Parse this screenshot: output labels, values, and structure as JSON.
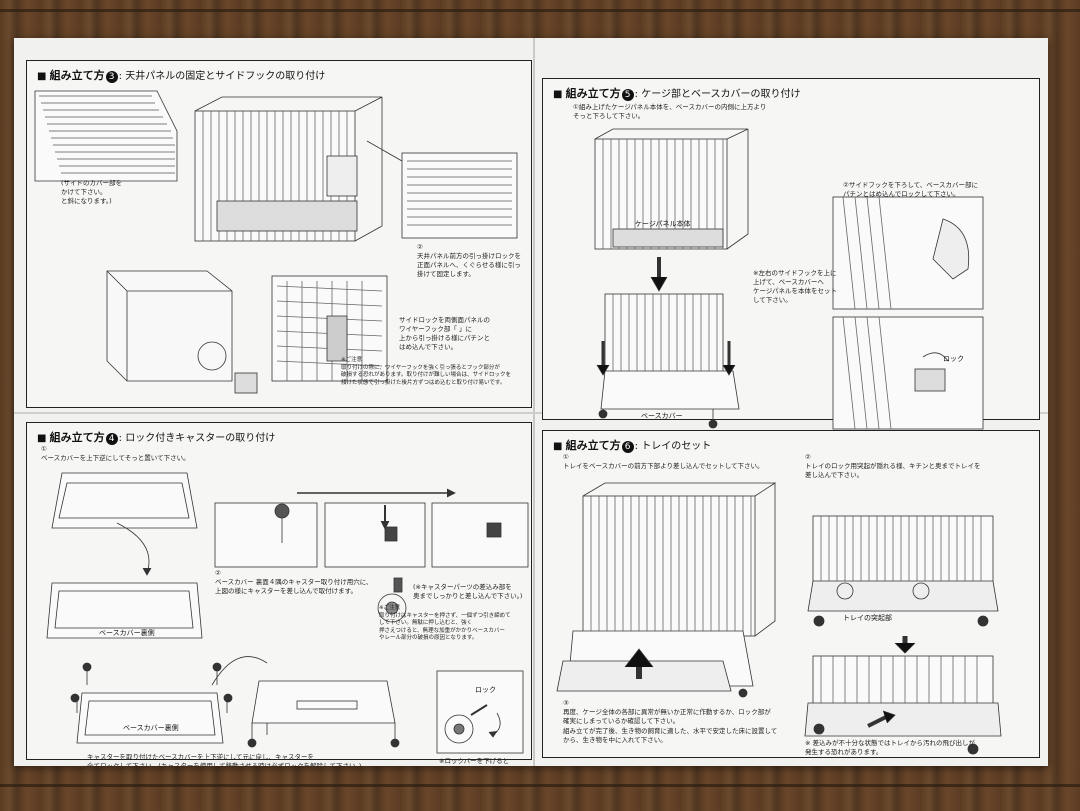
{
  "sections": {
    "s3": {
      "title_prefix": "組み立て方",
      "number": "3",
      "title": ": 天井パネルの固定とサイドフックの取り付け",
      "note1": "(サイドのカバー部を\nかけて下さい。\nと斜になります。)",
      "step2": "②\n天井パネル前方の引っ掛けロックを\n正面パネルへ、くぐらせる様に引っ\n掛けて固定します。",
      "step3": "サイドロックを両側面パネルの\nワイヤーフック部「 」に\n上から引っ掛ける様にパチンと\nはめ込んで下さい。",
      "caution": "※ご注意\n取り付けの際に、ワイヤーフックを強く引っ張るとフック部分が\n破損する恐れがあります。取り付けが難しい場合は、サイドロックを\n傾けた状態で引っ掛けた後片方ずつはめ込むと取り付け易いです。"
    },
    "s4": {
      "title_prefix": "組み立て方",
      "number": "4",
      "title": ": ロック付きキャスターの取り付け",
      "step1": "①\nベースカバーを上下逆にしてそっと置いて下さい。",
      "label_back": "ベースカバー裏側",
      "step2": "②\nベースカバー 裏面４隅のキャスター取り付け用穴に、\n上図の様にキャスターを差し込んで取付けます。",
      "caster_note": "(※キャスターパーツの差込み部を\n奥までしっかりと差し込んで下さい。)",
      "caution": "※ご注意\n取り付けはキャスターを押さず、一個ずつ引き締めて\nして下さい。無駄に押し込むと、強く\n押さえつけると、無理な加重がかかりベースカバー\nやレール部分の破損の原因となります。",
      "label_back2": "ベースカバー裏側",
      "lock_label": "ロック",
      "step3": "キャスターを取り付けたベースカバーを上下逆にして元に戻し、キャスターを\n全てロックして下さい。(キャスターを使用して移動させる時は必ずロックを解除して下さい。)",
      "lock_note": "※ロックバーを下げると\n車輪にロックが掛かります。"
    },
    "s5": {
      "title_prefix": "組み立て方",
      "number": "5",
      "title": ": ケージ部とベースカバーの取り付け",
      "step1": "①組み上げたケージパネル本体を、ベースカバーの内側に上方より\nそっと下ろして下さい。",
      "cage_label": "ケージパネル本体",
      "base_label": "ベースカバー",
      "step2": "②サイドフックを下ろして、ベースカバー部に\nパチンとはめ込んでロックして下さい。",
      "side_note": "※左右のサイドフックを上に\n上げて、ベースカバーへ\nケージパネルを本体をセット\nして下さい。",
      "lock_label": "ロック"
    },
    "s6": {
      "title_prefix": "組み立て方",
      "number": "6",
      "title": ": トレイのセット",
      "step1": "①\nトレイをベースカバーの前方下部より差し込んでセットして下さい。",
      "step2": "②\nトレイのロック用突起が隠れる様、キチンと奥までトレイを\n差し込んで下さい。",
      "tray_label": "トレイの突起部",
      "step3": "③\n再度、ケージ全体の各部に異常が無いか正常に作動するか、ロック部が\n確実にしまっているか確認して下さい。",
      "finish": "組み立てが完了後、生き物の飼育に適した、水平で安定した床に設置して\nから、生き物を中に入れて下さい。",
      "note": "※ 差込みが不十分な状態ではトレイから汚れの飛び出しが\n発生する恐れがあります。"
    }
  }
}
